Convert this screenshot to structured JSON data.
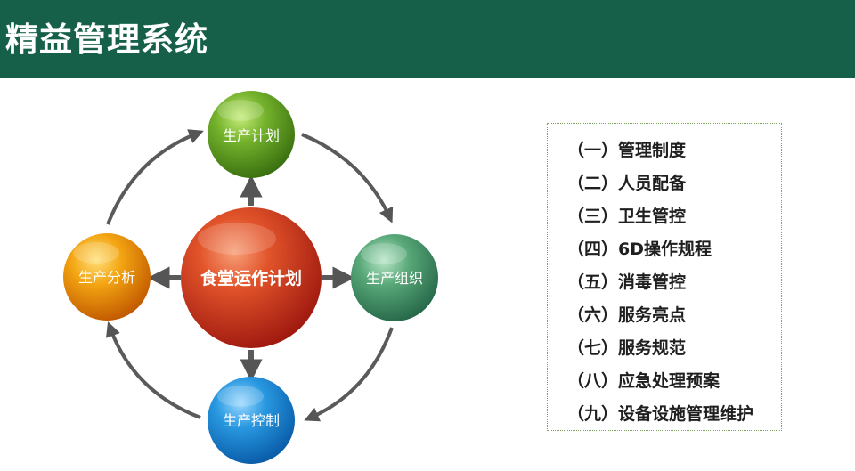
{
  "header": {
    "title": "精益管理系统",
    "background_color": "#16604a"
  },
  "diagram": {
    "center": {
      "label": "食堂运作计划",
      "color": "#d9391c"
    },
    "nodes": [
      {
        "id": "plan",
        "label": "生产计划",
        "color": "#6aa528"
      },
      {
        "id": "organize",
        "label": "生产组织",
        "color": "#4a9a6a"
      },
      {
        "id": "control",
        "label": "生产控制",
        "color": "#1c8fd6"
      },
      {
        "id": "analyze",
        "label": "生产分析",
        "color": "#f0a010"
      }
    ],
    "arrow_color": "#555555"
  },
  "list": {
    "items": [
      "（一）管理制度",
      "（二）人员配备",
      "（三）卫生管控",
      "（四）6D操作规程",
      "（五）消毒管控",
      "（六）服务亮点",
      "（七）服务规范",
      "（八）应急处理预案",
      "（九）设备设施管理维护"
    ]
  }
}
